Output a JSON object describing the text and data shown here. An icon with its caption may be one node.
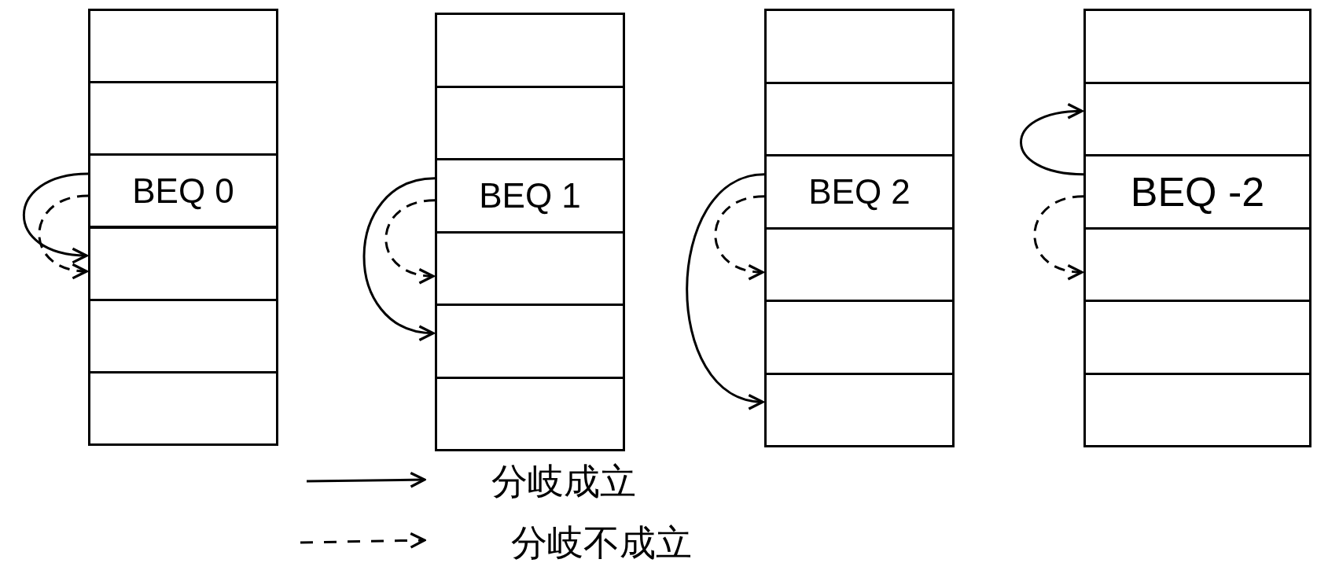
{
  "diagram": {
    "nodes": [
      {
        "text": [],
        "shape": "box"
      },
      {
        "text": [],
        "shape": "box"
      },
      {
        "text": [
          "BEQ 0"
        ]
      },
      {
        "text": [],
        "shape": "box"
      },
      {
        "text": [],
        "shape": "box"
      },
      {
        "text": [],
        "shape": "box"
      },
      {
        "text": [],
        "shape": "box"
      },
      {
        "text": [],
        "shape": "box"
      },
      {
        "text": [
          "BEQ 1"
        ]
      },
      {
        "text": [],
        "shape": "box"
      },
      {
        "text": [],
        "shape": "box"
      },
      {
        "text": [],
        "shape": "box"
      },
      {
        "text": [],
        "shape": "box"
      },
      {
        "text": [],
        "shape": "box"
      },
      {
        "text": [
          "BEQ 2"
        ]
      },
      {
        "text": [],
        "shape": "box"
      },
      {
        "text": [],
        "shape": "box"
      },
      {
        "text": [],
        "shape": "box"
      },
      {
        "text": [],
        "shape": "box"
      },
      {
        "text": [],
        "shape": "box"
      },
      {
        "text": [
          "BEQ -2"
        ]
      },
      {
        "text": [],
        "shape": "box"
      },
      {
        "text": [],
        "shape": "box"
      },
      {
        "text": [],
        "shape": "box"
      }
    ],
    "edges": [
      {
        "from": 2,
        "to": 3,
        "arrow": "to"
      },
      {
        "from": 2,
        "to": 3,
        "arrow": "to",
        "style": "dashed"
      },
      {
        "from": 8,
        "to": 10,
        "arrow": "to"
      },
      {
        "from": 8,
        "to": 9,
        "arrow": "to",
        "style": "dashed"
      },
      {
        "from": 14,
        "to": 17,
        "arrow": "to"
      },
      {
        "from": 14,
        "to": 15,
        "arrow": "to",
        "style": "dashed"
      },
      {
        "from": 20,
        "to": 19,
        "arrow": "to"
      },
      {
        "from": 20,
        "to": 21,
        "arrow": "to",
        "style": "dashed"
      }
    ],
    "legend": [
      {
        "text": "分岐成立"
      },
      {
        "text": "分岐不成立"
      }
    ]
  }
}
